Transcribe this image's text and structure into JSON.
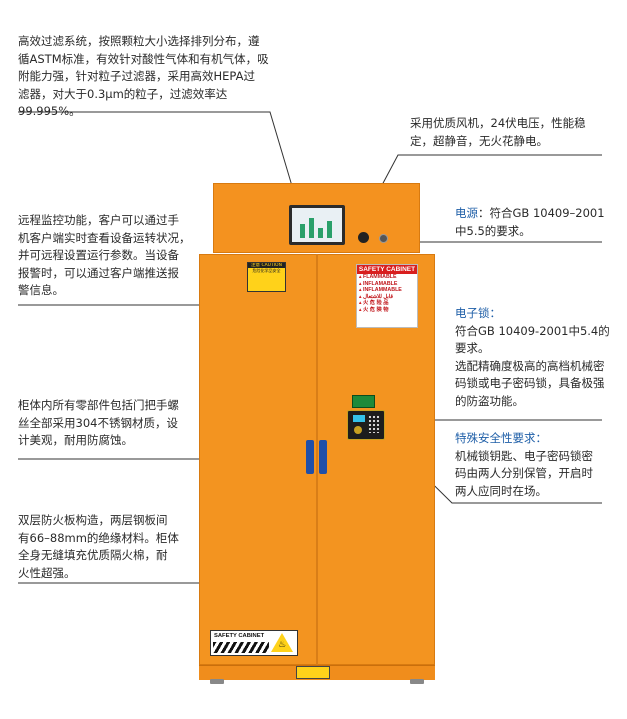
{
  "notes": {
    "filter": "高效过滤系统，按照颗粒大小选择排列分布，遵\n循ASTM标准，有效针对酸性气体和有机气体，吸\n附能力强，针对粒子过滤器，采用高效HEPA过\n滤器，对大于0.3μm的粒子，过滤效率达99.995%。",
    "fan": "采用优质风机，24伏电压，性能稳\n定，超静音，无火花静电。",
    "remote": "远程监控功能，客户可以通过手\n机客户端实时查看设备运转状况，\n并可远程设置运行参数。当设备\n报警时，可以通过客户端推送报\n警信息。",
    "power_head": "电源",
    "power_body": "：符合GB 10409–2001\n中5.5的要求。",
    "lock_head": "电子锁：",
    "lock_body": "符合GB 10409-2001中5.4的\n要求。\n选配精确度极高的高档机械密\n码锁或电子密码锁，具备极强\n的防盗功能。",
    "special_head": "特殊安全性要求：",
    "special_body": "机械锁钥匙、电子密码锁密\n码由两人分别保管，开启时\n两人应同时在场。",
    "parts": "柜体内所有零部件包括门把手螺\n丝全部采用304不锈钢材质，设\n计美观，耐用防腐蚀。",
    "fireproof": "双层防火板构造，两层钢板间\n有66–88mm的绝缘材料。柜体\n全身无缝填充优质隔火棉，耐\n火性超强。"
  },
  "cabinet": {
    "label_title": "SAFETY CABINET",
    "label_rows": [
      "FLAMMABLE",
      "INFLAMABLE",
      "INFLAMMABLE",
      "قابل للاشتعال",
      "火 危 险 品",
      "火 危 険 物"
    ],
    "caution_top": "注意 CAUTION",
    "caution_body": "危险化学品安全",
    "bottom_label": "SAFETY CABINET",
    "colors": {
      "body": "#f39420",
      "handle": "#1f4fa8",
      "label_red": "#d81e1e"
    }
  }
}
